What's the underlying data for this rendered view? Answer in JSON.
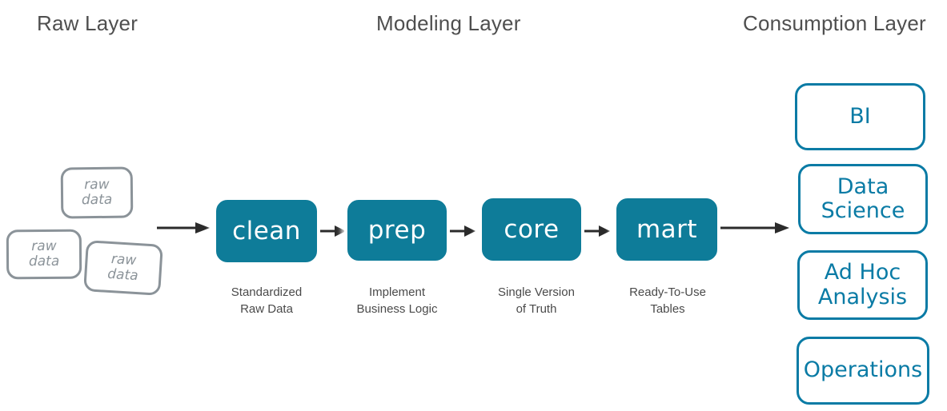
{
  "layers": {
    "raw": {
      "title": "Raw Layer"
    },
    "modeling": {
      "title": "Modeling Layer"
    },
    "consumption": {
      "title": "Consumption Layer"
    }
  },
  "raw_sources": [
    {
      "line1": "raw",
      "line2": "data"
    },
    {
      "line1": "raw",
      "line2": "data"
    },
    {
      "line1": "raw",
      "line2": "data"
    }
  ],
  "modeling_stages": [
    {
      "label": "clean",
      "caption_line1": "Standardized",
      "caption_line2": "Raw Data"
    },
    {
      "label": "prep",
      "caption_line1": "Implement",
      "caption_line2": "Business Logic"
    },
    {
      "label": "core",
      "caption_line1": "Single Version",
      "caption_line2": "of Truth"
    },
    {
      "label": "mart",
      "caption_line1": "Ready-To-Use",
      "caption_line2": "Tables"
    }
  ],
  "consumption_targets": [
    {
      "line1": "BI",
      "line2": ""
    },
    {
      "line1": "Data",
      "line2": "Science"
    },
    {
      "line1": "Ad Hoc",
      "line2": "Analysis"
    },
    {
      "line1": "Operations",
      "line2": ""
    }
  ],
  "colors": {
    "teal_fill": "#0e7c99",
    "teal_outline": "#0a7ba5",
    "gray_outline": "#8b9399",
    "title_text": "#4f4f4f",
    "caption_text": "#4a4a4a",
    "arrow": "#2b2b2b",
    "background": "#ffffff"
  },
  "arrows": [
    {
      "name": "raw-to-clean"
    },
    {
      "name": "clean-to-prep"
    },
    {
      "name": "prep-to-core"
    },
    {
      "name": "core-to-mart"
    },
    {
      "name": "mart-to-consumption"
    }
  ]
}
